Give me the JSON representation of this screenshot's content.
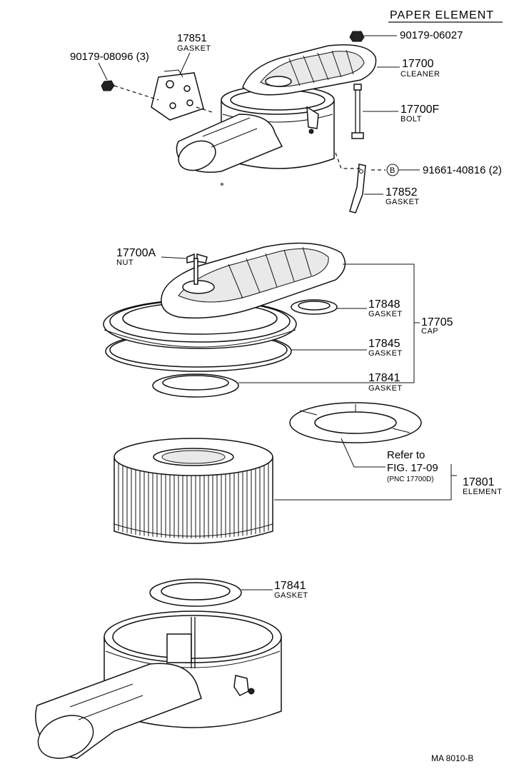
{
  "title": "PAPER ELEMENT",
  "footer": "MA  8010-B",
  "callouts": {
    "c1": {
      "num": "17851",
      "name": "GASKET"
    },
    "c2": {
      "num": "90179-08096 (3)"
    },
    "c3": {
      "num": "90179-06027"
    },
    "c4": {
      "num": "17700",
      "name": "CLEANER"
    },
    "c5": {
      "num": "17700F",
      "name": "BOLT"
    },
    "c6": {
      "badge": "B",
      "num": "91661-40816 (2)"
    },
    "c7": {
      "num": "17852",
      "name": "GASKET"
    },
    "c8": {
      "num": "17700A",
      "name": "NUT"
    },
    "c9": {
      "num": "17848",
      "name": "GASKET"
    },
    "c10": {
      "num": "17705",
      "name": "CAP"
    },
    "c11": {
      "num": "17845",
      "name": "GASKET"
    },
    "c12": {
      "num": "17841",
      "name": "GASKET"
    },
    "c13": {
      "line1": "Refer to",
      "line2": "FIG. 17-09",
      "line3": "(PNC 17700D)"
    },
    "c14": {
      "num": "17801",
      "name": "ELEMENT"
    },
    "c15": {
      "num": "17841",
      "name": "GASKET"
    }
  }
}
